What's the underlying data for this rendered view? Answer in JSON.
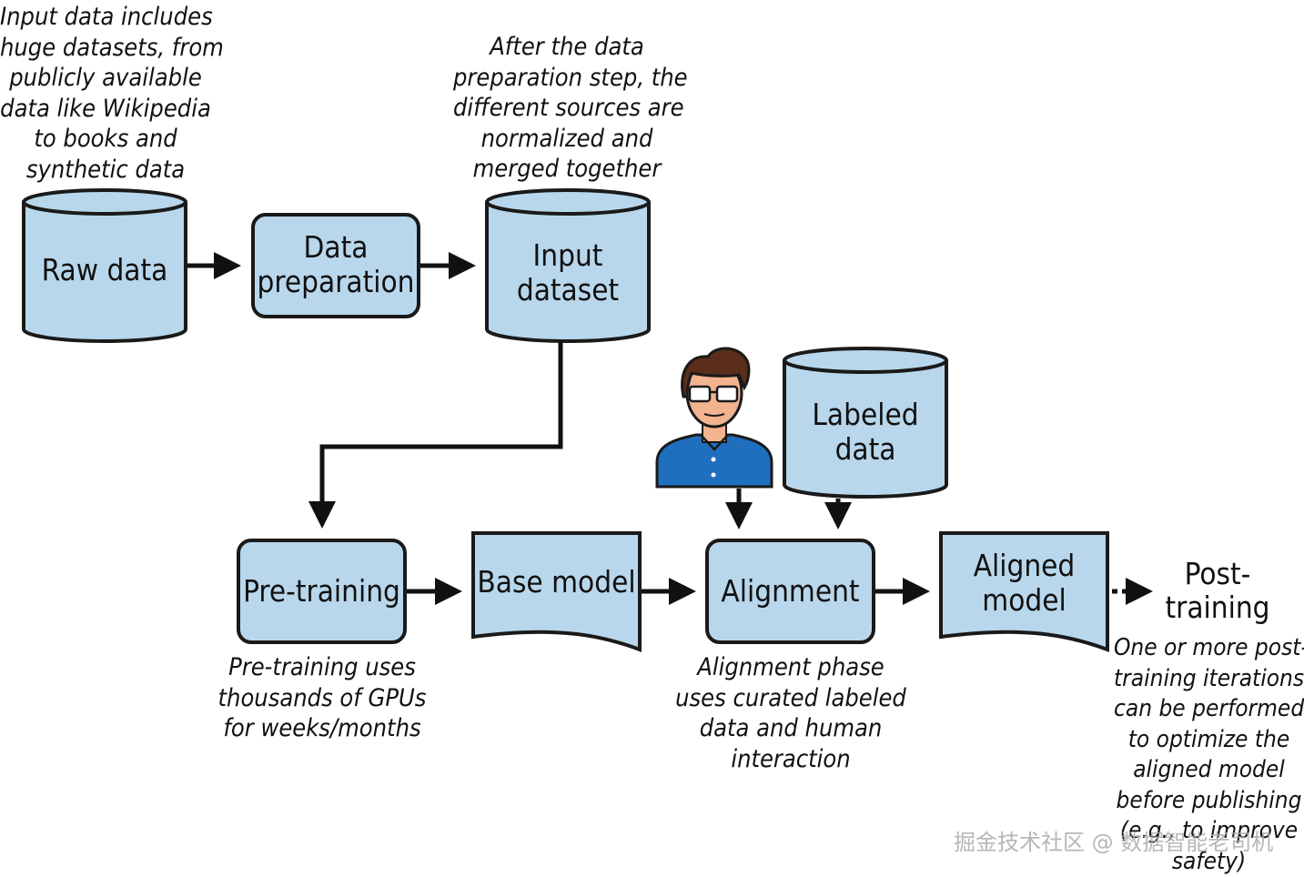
{
  "nodes": {
    "raw_data": "Raw data",
    "data_preparation": [
      "Data",
      "preparation"
    ],
    "input_dataset": [
      "Input",
      "dataset"
    ],
    "labeled_data": [
      "Labeled",
      "data"
    ],
    "pre_training": "Pre-training",
    "base_model": "Base model",
    "alignment": "Alignment",
    "aligned_model": [
      "Aligned",
      "model"
    ],
    "post_training": [
      "Post-",
      "training"
    ]
  },
  "notes": {
    "raw_data": [
      "Input data includes",
      "huge datasets, from",
      "publicly available",
      "data like Wikipedia",
      "to books and",
      "synthetic data"
    ],
    "input_dataset": [
      "After the data",
      "preparation step, the",
      "different sources are",
      "normalized and",
      "merged together"
    ],
    "pre_training": [
      "Pre-training uses",
      "thousands of GPUs",
      "for weeks/months"
    ],
    "alignment": [
      "Alignment phase",
      "uses curated labeled",
      "data and human",
      "interaction"
    ],
    "post_training": [
      "One or more post-",
      "training iterations",
      "can be performed",
      "to optimize the",
      "aligned model",
      "before publishing",
      "(e.g., to improve",
      "safety)"
    ]
  },
  "watermark": "掘金技术社区 @ 数据智能老司机",
  "colors": {
    "fill": "#b9d7ec",
    "stroke": "#1a1a1a",
    "person_shirt": "#1f6fbf",
    "person_skin": "#f2b38f",
    "person_hair": "#5a2e1a"
  }
}
